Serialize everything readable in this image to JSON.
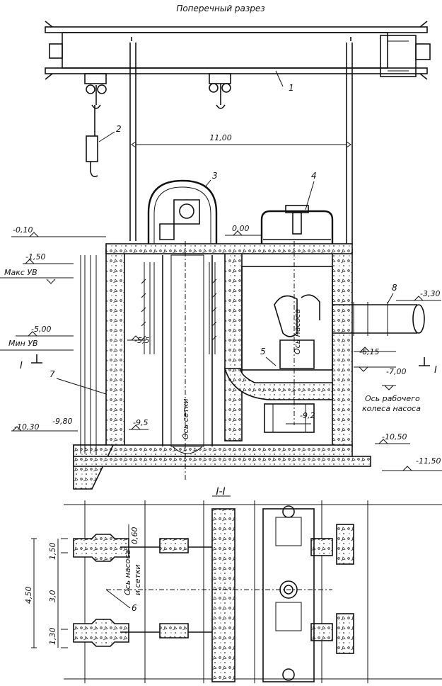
{
  "title": "Поперечный разрез",
  "section_title": "I-I",
  "callouts": [
    "1",
    "2",
    "3",
    "4",
    "5",
    "6",
    "7",
    "8"
  ],
  "dimensions": {
    "span": "11,00",
    "el_top_left": "-0,10",
    "el_top_mid": "0,00",
    "el_max": "-1,50",
    "el_min": "-5,00",
    "el_pipe": "-3,30",
    "el_615": "-6,15",
    "el_700": "-7,00",
    "el_55": "-5,5",
    "el_95": "-9,5",
    "el_92": "-9,2",
    "el_980": "-9,80",
    "el_1030": "-10,30",
    "el_1050": "-10,50",
    "el_1150": "-11,50",
    "plan_060": "0,60",
    "plan_150": "1,50",
    "plan_30": "3,0",
    "plan_450": "4,50",
    "plan_130": "1,30"
  },
  "labels": {
    "max_uv": "Макс УВ",
    "min_uv": "Мин УВ",
    "section_mark_left": "I",
    "section_mark_right": "I",
    "axis_screen": "Ось сетки",
    "axis_pump": "Ось насоса",
    "axis_impeller_1": "Ось рабочего",
    "axis_impeller_2": "колеса насоса",
    "axis_pump_screen_1": "Ось насоса",
    "axis_pump_screen_2": "и сетки"
  }
}
